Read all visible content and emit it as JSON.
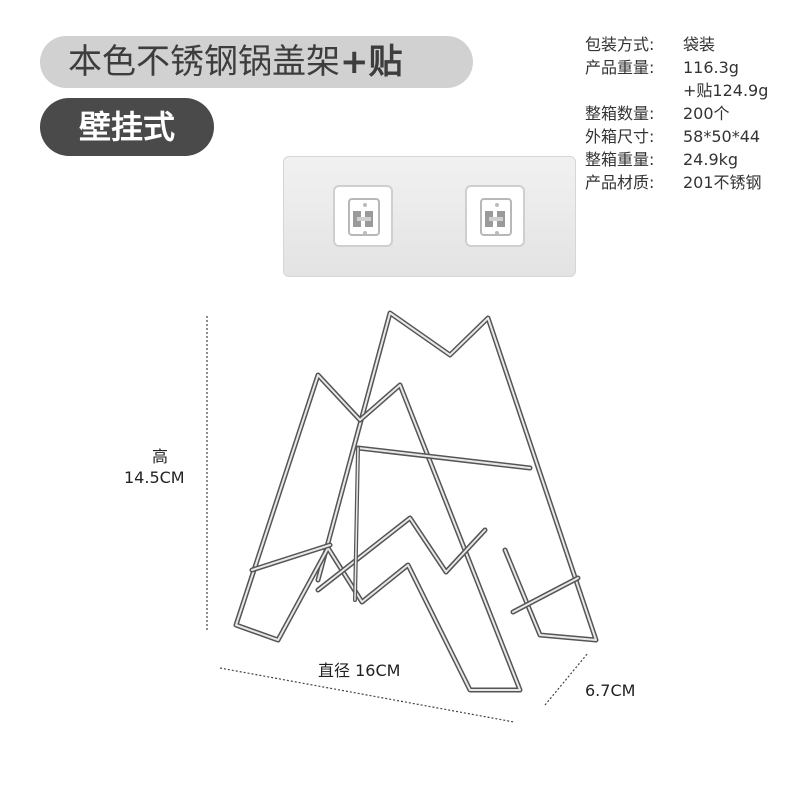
{
  "title": {
    "text": "本色不锈钢锅盖架",
    "suffix": "+贴"
  },
  "mount_type": "壁挂式",
  "specs": [
    {
      "label": "包装方式:",
      "value": "袋装"
    },
    {
      "label": "产品重量:",
      "value": "116.3g",
      "cont": "+贴124.9g"
    },
    {
      "label": "整箱数量:",
      "value": "200个"
    },
    {
      "label": "外箱尺寸:",
      "value": "58*50*44"
    },
    {
      "label": "整箱重量:",
      "value": "24.9kg"
    },
    {
      "label": "产品材质:",
      "value": "201不锈钢"
    }
  ],
  "dimensions": {
    "height_label": "高",
    "height_value": "14.5CM",
    "diameter": "直径 16CM",
    "depth": "6.7CM"
  }
}
